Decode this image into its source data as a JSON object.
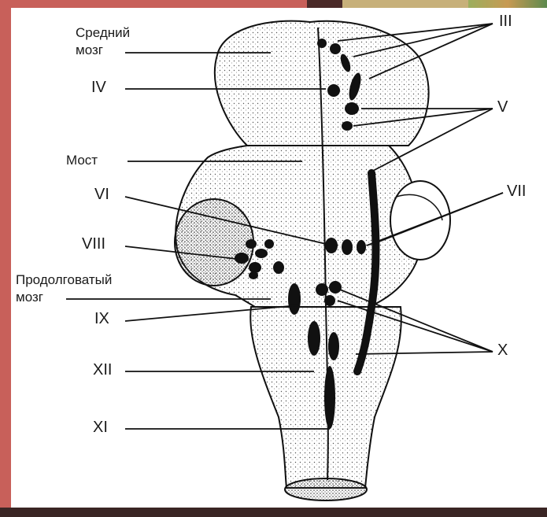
{
  "labels": {
    "midbrain_line1": "Средний",
    "midbrain_line2": "мозг",
    "pons": "Мост",
    "medulla_line1": "Продолговатый",
    "medulla_line2": "мозг",
    "n3": "III",
    "n4": "IV",
    "n5": "V",
    "n6": "VI",
    "n7": "VII",
    "n8": "VIII",
    "n9": "IX",
    "n10": "X",
    "n11": "XI",
    "n12": "XII"
  },
  "colors": {
    "frame": "#c8605a",
    "ink": "#1a1a1a",
    "paper": "#ffffff"
  }
}
